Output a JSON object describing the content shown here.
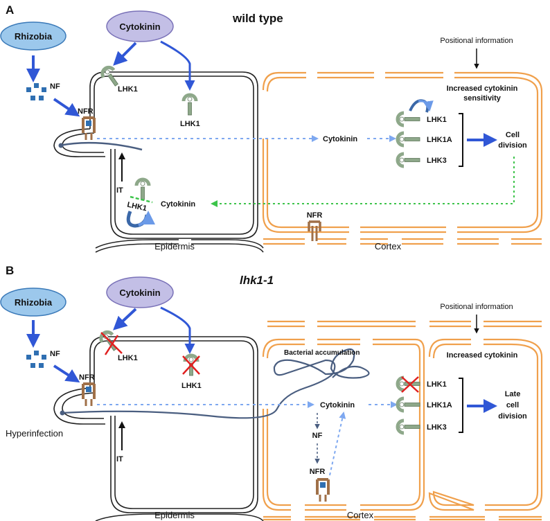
{
  "panel_a": {
    "letter": "A",
    "title": "wild type",
    "rhizobia": "Rhizobia",
    "cytokinin_oval": "Cytokinin",
    "nf": "NF",
    "nfr": "NFR",
    "lhk1_top": "LHK1",
    "lhk1_mid": "LHK1",
    "lhk1_low": "LHK1",
    "it": "IT",
    "cytokinin_epi": "Cytokinin",
    "cytokinin_mid": "Cytokinin",
    "epidermis": "Epidermis",
    "cortex": "Cortex",
    "nfr_cortex": "NFR",
    "positional": "Positional information",
    "sensitivity_line1": "Increased cytokinin",
    "sensitivity_line2": "sensitivity",
    "receptors": [
      "LHK1",
      "LHK1A",
      "LHK3"
    ],
    "outcome_line1": "Cell",
    "outcome_line2": "division"
  },
  "panel_b": {
    "letter": "B",
    "title": "lhk1-1",
    "rhizobia": "Rhizobia",
    "cytokinin_oval": "Cytokinin",
    "nf": "NF",
    "nfr": "NFR",
    "lhk1_top": "LHK1",
    "lhk1_mid": "LHK1",
    "it": "IT",
    "hyperinfection": "Hyperinfection",
    "bacterial": "Bacterial accumulation",
    "cytokinin_mid": "Cytokinin",
    "nf_cortex": "NF",
    "nfr_cortex": "NFR",
    "epidermis": "Epidermis",
    "cortex": "Cortex",
    "positional": "Positional information",
    "increased": "Increased cytokinin",
    "receptors": [
      "LHK1",
      "LHK1A",
      "LHK3"
    ],
    "outcome_line1": "Late",
    "outcome_line2": "cell",
    "outcome_line3": "division"
  },
  "colors": {
    "rhizobia_fill": "#9cc8ec",
    "rhizobia_stroke": "#3a79b8",
    "cytokinin_fill": "#c3bfe6",
    "cytokinin_stroke": "#7a72b8",
    "arrow_blue": "#3057d6",
    "dotted_blue": "#7ea8f0",
    "dotted_green": "#3cc44a",
    "cortex_orange": "#f0a04c",
    "receptor_green": "#8ea88a",
    "nfr_brown": "#a07048",
    "thread": "#4a5e80",
    "red_cross": "#e02020"
  }
}
